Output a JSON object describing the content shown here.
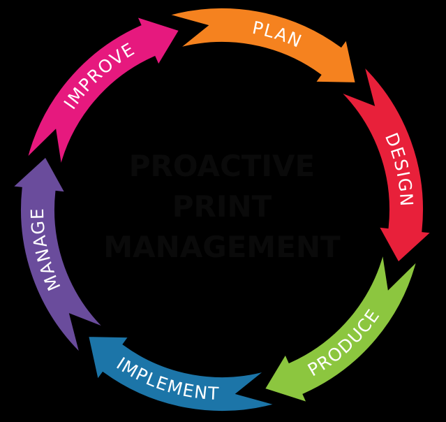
{
  "diagram": {
    "center_title": [
      "PROACTIVE",
      "PRINT",
      "MANAGEMENT"
    ],
    "background_color": "#000000",
    "center_text_color": "#0a0a0a",
    "segments": [
      {
        "id": "plan",
        "label": "PLAN",
        "color": "#F5821F"
      },
      {
        "id": "design",
        "label": "DESIGN",
        "color": "#E8203A"
      },
      {
        "id": "produce",
        "label": "PRODUCE",
        "color": "#8CC63F"
      },
      {
        "id": "implement",
        "label": "IMPLEMENT",
        "color": "#1C75A8"
      },
      {
        "id": "manage",
        "label": "MANAGE",
        "color": "#6A4C9C"
      },
      {
        "id": "improve",
        "label": "IMPROVE",
        "color": "#E6197E"
      }
    ]
  }
}
